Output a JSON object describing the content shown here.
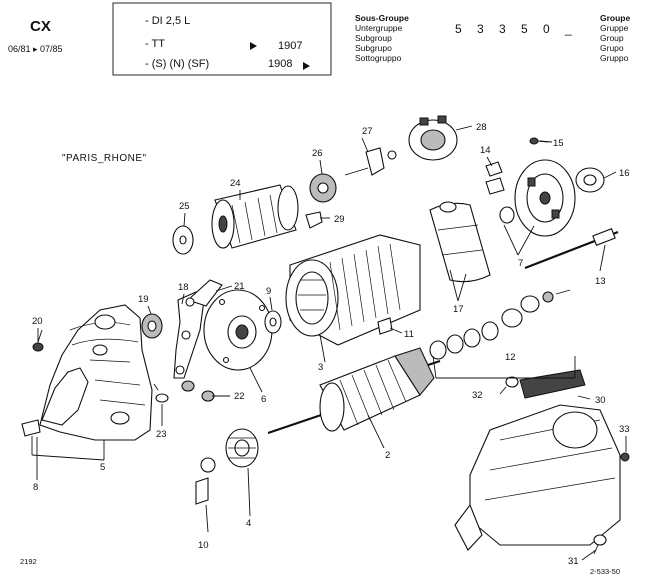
{
  "header": {
    "model": "CX",
    "date_range": "06/81 ▸ 07/85",
    "engine": "- DI 2,5 L",
    "variant_tt": "- TT",
    "variant_tt_ref": "1907",
    "variant_s": "- (S) (N) (SF)",
    "variant_s_ref": "1908",
    "subgroup_labels": [
      "Sous-Groupe",
      "Untergruppe",
      "Subgroup",
      "Subgrupo",
      "Sottogruppo"
    ],
    "group_code": "5 3 3  5 0  _",
    "group_labels": [
      "Groupe",
      "Gruppe",
      "Group",
      "Grupo",
      "Gruppo"
    ]
  },
  "diagram": {
    "caption": "\"PARIS_RHONE\"",
    "callouts": {
      "n2": "2",
      "n3": "3",
      "n4": "4",
      "n5": "5",
      "n6": "6",
      "n7": "7",
      "n8": "8",
      "n9": "9",
      "n10": "10",
      "n11": "11",
      "n12": "12",
      "n13": "13",
      "n14": "14",
      "n15": "15",
      "n16": "16",
      "n17": "17",
      "n18": "18",
      "n19": "19",
      "n20": "20",
      "n21": "21",
      "n22": "22",
      "n23": "23",
      "n24": "24",
      "n25": "25",
      "n26": "26",
      "n27": "27",
      "n28": "28",
      "n29": "29",
      "n30": "30",
      "n31": "31",
      "n32": "32",
      "n33": "33"
    }
  },
  "footer": {
    "page_code": "2192",
    "figure_ref": "2-533-50"
  }
}
